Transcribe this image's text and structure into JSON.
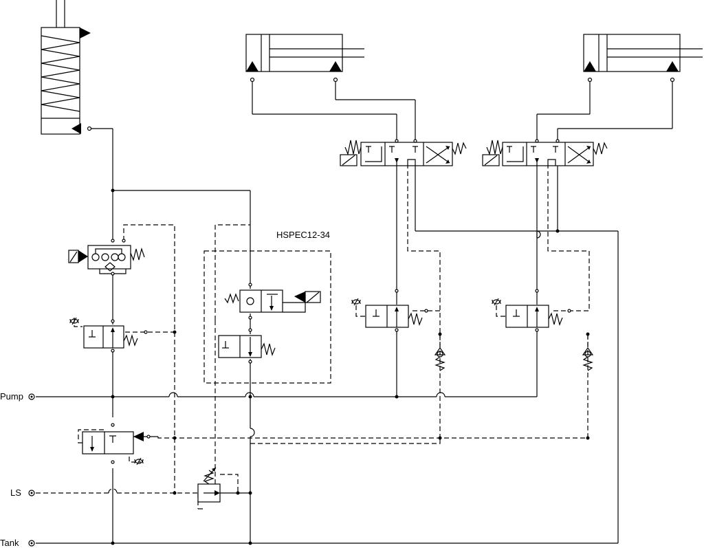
{
  "labels": {
    "pump": "Pump",
    "ls": "LS",
    "tank": "Tank",
    "module": "HSPEC12-34"
  },
  "icons": [
    "spring-cylinder-icon",
    "double-acting-cylinder-icon",
    "directional-valve-icon",
    "pressure-compensator-icon",
    "check-valve-icon",
    "relief-valve-icon",
    "orifice-icon"
  ],
  "colors": {
    "line": "#000000",
    "background": "#ffffff"
  }
}
